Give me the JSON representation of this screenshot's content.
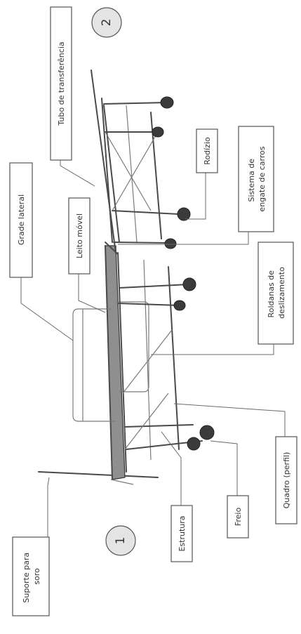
{
  "colors": {
    "background": "#ffffff",
    "line": "#4a4a4a",
    "wheel": "#3b3b3b",
    "bed": "#8f8f8f"
  },
  "numbers": {
    "first": "1",
    "second": "2"
  },
  "labels": {
    "suporte_soro": [
      "Suporte para",
      "soro"
    ],
    "estrutura": [
      "Estrutura"
    ],
    "freio": [
      "Freio"
    ],
    "quadro": [
      "Quadro (perfil)"
    ],
    "roldanas": [
      "Roldanas de",
      "deslizamento"
    ],
    "sistema": [
      "Sistema de",
      "engate de carros"
    ],
    "rodizio": [
      "Rodízio"
    ],
    "tubo": [
      "Tubo de transferência"
    ],
    "leito": [
      "Leito móvel"
    ],
    "grade": [
      "Grade lateral"
    ]
  }
}
